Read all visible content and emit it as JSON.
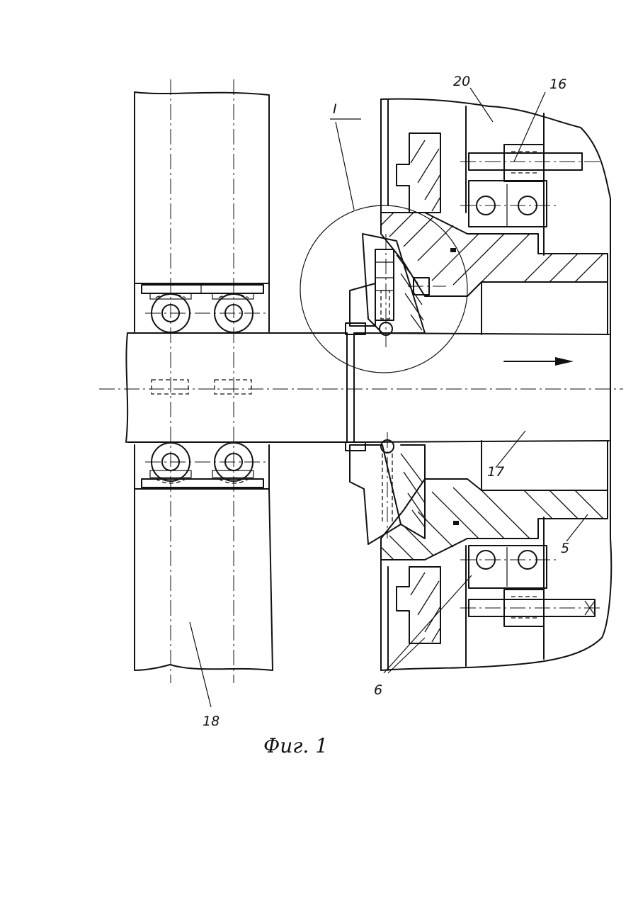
{
  "figure": {
    "caption": "Фиг. 1",
    "section_mark": "I"
  },
  "labels": {
    "l20": "20",
    "l16": "16",
    "l17": "17",
    "l5": "5",
    "l6": "6",
    "l18": "18"
  }
}
